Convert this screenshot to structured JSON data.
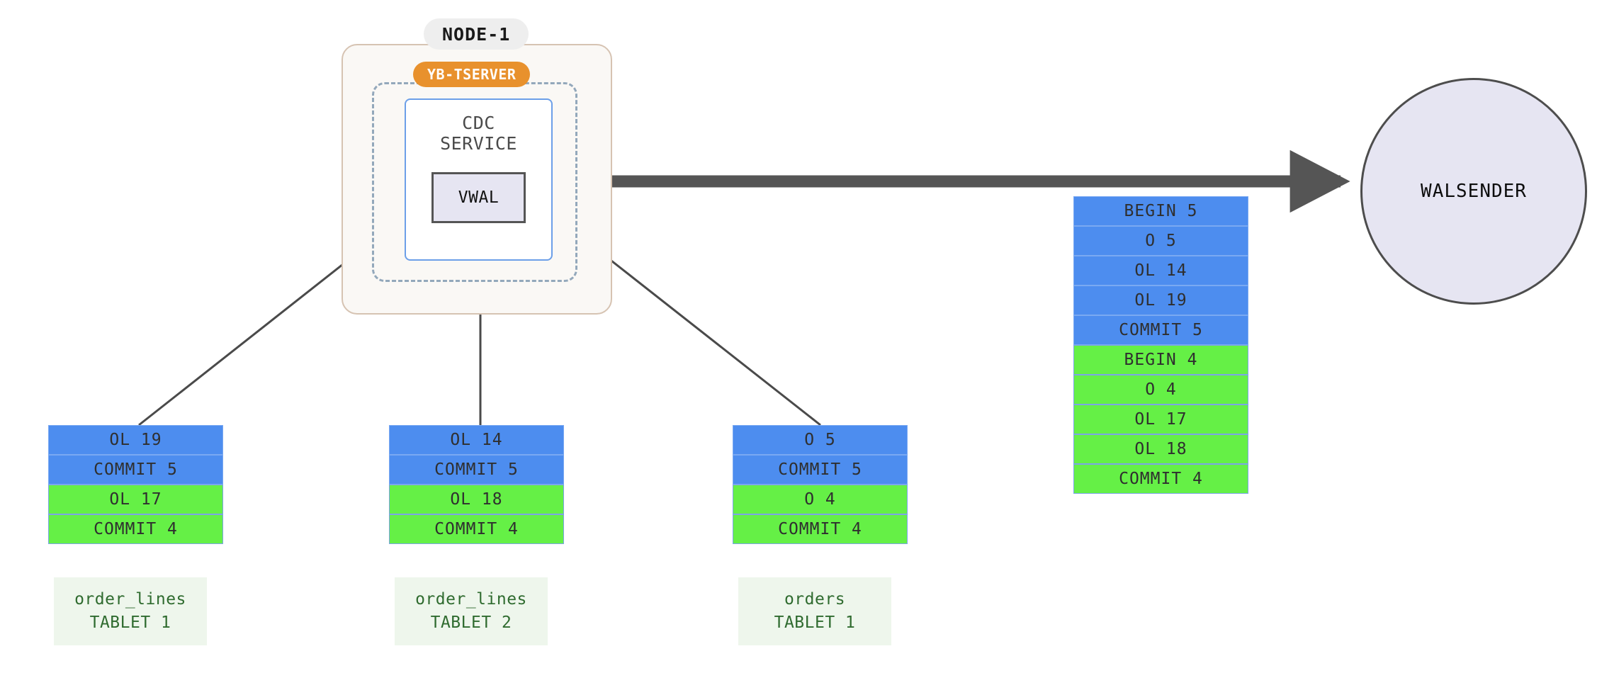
{
  "diagram": {
    "title": "YugabyteDB CDC VWAL to WALSENDER flow",
    "colors": {
      "txn5_blue": "#4d8def",
      "txn4_green": "#65f046",
      "node_border": "#d6c3b2",
      "node_fill": "#faf8f5",
      "tserver_badge": "#e8912d",
      "tserver_dash": "#93a8bb",
      "cdc_border": "#6c9fe8",
      "vwal_fill": "#e6e5f2",
      "vwal_border": "#555555",
      "walsender_fill": "#e6e5f2",
      "walsender_border": "#4d4d4d",
      "tablet_label_fill": "#eef6ec",
      "tablet_label_text": "#2f6b2f",
      "arrow_thick": "#555555",
      "arrow_thin": "#4a4a4a"
    }
  },
  "node": {
    "badge_label": "NODE-1",
    "tserver_badge_label": "YB-TSERVER",
    "cdc_service_label": "CDC\nSERVICE",
    "vwal_label": "VWAL"
  },
  "walsender": {
    "label": "WALSENDER"
  },
  "tablets": [
    {
      "name": "order_lines",
      "tablet": "TABLET 1",
      "records": [
        {
          "label": "OL 19",
          "txn": "5",
          "color": "blue"
        },
        {
          "label": "COMMIT 5",
          "txn": "5",
          "color": "blue"
        },
        {
          "label": "OL 17",
          "txn": "4",
          "color": "green"
        },
        {
          "label": "COMMIT 4",
          "txn": "4",
          "color": "green"
        }
      ]
    },
    {
      "name": "order_lines",
      "tablet": "TABLET 2",
      "records": [
        {
          "label": "OL 14",
          "txn": "5",
          "color": "blue"
        },
        {
          "label": "COMMIT 5",
          "txn": "5",
          "color": "blue"
        },
        {
          "label": "OL 18",
          "txn": "4",
          "color": "green"
        },
        {
          "label": "COMMIT 4",
          "txn": "4",
          "color": "green"
        }
      ]
    },
    {
      "name": "orders",
      "tablet": "TABLET 1",
      "records": [
        {
          "label": "O 5",
          "txn": "5",
          "color": "blue"
        },
        {
          "label": "COMMIT 5",
          "txn": "5",
          "color": "blue"
        },
        {
          "label": "O 4",
          "txn": "4",
          "color": "green"
        },
        {
          "label": "COMMIT 4",
          "txn": "4",
          "color": "green"
        }
      ]
    }
  ],
  "wal_stream": {
    "records": [
      {
        "label": "BEGIN 5",
        "txn": "5",
        "color": "blue"
      },
      {
        "label": "O 5",
        "txn": "5",
        "color": "blue"
      },
      {
        "label": "OL 14",
        "txn": "5",
        "color": "blue"
      },
      {
        "label": "OL 19",
        "txn": "5",
        "color": "blue"
      },
      {
        "label": "COMMIT 5",
        "txn": "5",
        "color": "blue"
      },
      {
        "label": "BEGIN 4",
        "txn": "4",
        "color": "green"
      },
      {
        "label": "O 4",
        "txn": "4",
        "color": "green"
      },
      {
        "label": "OL 17",
        "txn": "4",
        "color": "green"
      },
      {
        "label": "OL 18",
        "txn": "4",
        "color": "green"
      },
      {
        "label": "COMMIT 4",
        "txn": "4",
        "color": "green"
      }
    ]
  },
  "arrows": [
    {
      "name": "tablet-1-to-vwal",
      "from": "order_lines TABLET 1",
      "to": "VWAL",
      "style": "thin"
    },
    {
      "name": "tablet-2-to-vwal",
      "from": "order_lines TABLET 2",
      "to": "VWAL",
      "style": "thin"
    },
    {
      "name": "tablet-3-to-vwal",
      "from": "orders TABLET 1",
      "to": "VWAL",
      "style": "thin"
    },
    {
      "name": "node-to-walsender",
      "from": "NODE-1",
      "to": "WALSENDER",
      "style": "thick"
    }
  ]
}
